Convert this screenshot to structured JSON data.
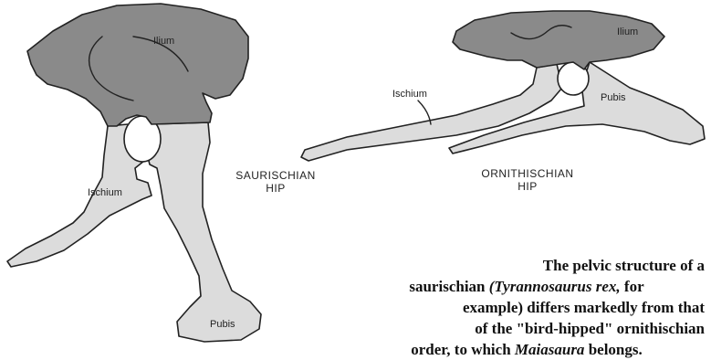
{
  "figure": {
    "saurischian": {
      "title_line1": "SAURISCHIAN",
      "title_line2": "HIP",
      "ilium_label": "Ilium",
      "ischium_label": "Ischium",
      "pubis_label": "Pubis"
    },
    "ornithischian": {
      "title_line1": "ORNITHISCHIAN",
      "title_line2": "HIP",
      "ilium_label": "Ilium",
      "ischium_label": "Ischium",
      "pubis_label": "Pubis"
    }
  },
  "caption": {
    "line1": "The pelvic structure of a",
    "line2_pre": "saurischian ",
    "line2_italic": "(Tyrannosaurus rex,",
    "line2_post": " for",
    "line3": "example) differs markedly from that",
    "line4": "of the \"bird-hipped\" ornithischian",
    "line5_pre": "order, to which ",
    "line5_italic": "Maiasaura",
    "line5_post": " belongs."
  },
  "colors": {
    "ilium_fill": "#8a8a8a",
    "other_bone_fill": "#dcdcdc",
    "outline": "#222222"
  }
}
